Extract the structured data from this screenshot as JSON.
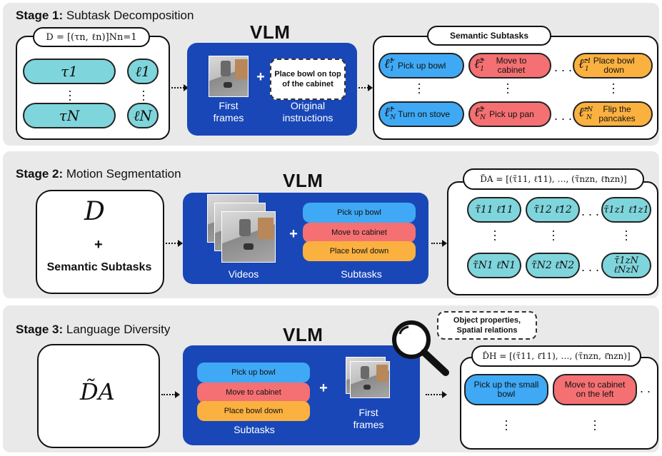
{
  "stage1": {
    "title_bold": "Stage 1:",
    "title_rest": " Subtask Decomposition",
    "vlm": "VLM",
    "dataset_formula": "D = [(τn, ℓn)]Nn=1",
    "tau_first": "τ1",
    "tau_last": "τN",
    "ell_first": "ℓ1",
    "ell_last": "ℓN",
    "first_frames_label": "First\nframes",
    "instruction_text": "Place bowl on top of the cabinet",
    "original_instructions_label": "Original\ninstructions",
    "plus": "+",
    "semantic_subtasks_header": "Semantic Subtasks",
    "subtask_rows": [
      [
        {
          "sym": "ℓ̃",
          "sup": "1",
          "sub": "1",
          "text": "Pick up bowl"
        },
        {
          "sym": "ℓ̃",
          "sup": "2",
          "sub": "1",
          "text": "Move to cabinet"
        },
        {
          "sym": "ℓ̃",
          "sup": "z1",
          "sub": "1",
          "text": "Place bowl down"
        }
      ],
      [
        {
          "sym": "ℓ̃",
          "sup": "1",
          "sub": "N",
          "text": "Turn on stove"
        },
        {
          "sym": "ℓ̃",
          "sup": "2",
          "sub": "N",
          "text": "Pick up pan"
        },
        {
          "sym": "ℓ̃",
          "sup": "zN",
          "sub": "N",
          "text": "Flip the pancakes"
        }
      ]
    ]
  },
  "stage2": {
    "title_bold": "Stage 2:",
    "title_rest": " Motion Segmentation",
    "vlm": "VLM",
    "left_D": "D",
    "left_plus": "+",
    "left_semantic": "Semantic Subtasks",
    "videos_label": "Videos",
    "subtasks_label": "Subtasks",
    "plus": "+",
    "stack": [
      "Pick up bowl",
      "Move to cabinet",
      "Place bowl down"
    ],
    "result_header": "D̃A = [(τ̃11, ℓ̃11), …, (τ̃nzn, ℓ̃nzn)]",
    "pairs_top": [
      "τ̃11 ℓ̃11",
      "τ̃12 ℓ̃12",
      "τ̃1z1 ℓ̃1z1"
    ],
    "pairs_bottom": [
      "τ̃N1 ℓ̃N1",
      "τ̃N2 ℓ̃N2",
      "τ̃1zN ℓ̃NzN"
    ]
  },
  "stage3": {
    "title_bold": "Stage 3:",
    "title_rest": " Language Diversity",
    "vlm": "VLM",
    "left_DA": "D̃A",
    "stack": [
      "Pick up bowl",
      "Move to cabinet",
      "Place bowl down"
    ],
    "subtasks_label": "Subtasks",
    "first_frames_label": "First\nframes",
    "plus": "+",
    "object_props": "Object properties,\nSpatial relations",
    "result_header": "D̂H = [(τ̃11, ℓ̂11), …, (τ̃nzn, ℓ̂nzn)]",
    "result_items": [
      "Pick up the small bowl",
      "Move to cabinet on the left"
    ]
  },
  "colors": {
    "band": "#e9e9e9",
    "vlm_panel": "#1947b8",
    "cyan": "#7fd5dc",
    "blue": "#3fa9f5",
    "red": "#f47072",
    "orange": "#fbb140"
  },
  "icons": [
    "magnifier-icon",
    "arrow-icon",
    "robot-scene-thumbnail"
  ]
}
